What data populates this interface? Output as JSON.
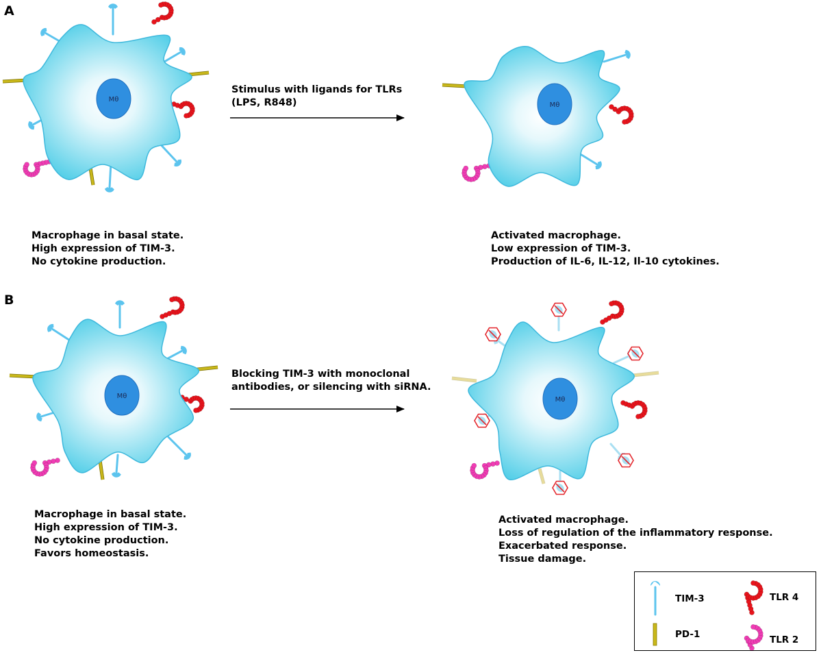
{
  "panels": {
    "a": {
      "letter": "A",
      "arrow_text": [
        "Stimulus with ligands for TLRs",
        "(LPS, R848)"
      ],
      "left_cell": {
        "nucleus_label": "Mθ",
        "caption": [
          "Macrophage in basal state.",
          "High expression of TIM-3.",
          "No cytokine production."
        ]
      },
      "right_cell": {
        "nucleus_label": "Mθ",
        "caption": [
          "Activated macrophage.",
          "Low expression of TIM-3.",
          "Production of IL-6, IL-12, Il-10 cytokines."
        ]
      }
    },
    "b": {
      "letter": "B",
      "arrow_text": [
        "Blocking TIM-3 with monoclonal",
        "antibodies, or silencing with siRNA."
      ],
      "left_cell": {
        "nucleus_label": "Mθ",
        "caption": [
          "Macrophage in basal state.",
          "High expression of TIM-3.",
          "No cytokine production.",
          "Favors homeostasis."
        ]
      },
      "right_cell": {
        "nucleus_label": "Mθ",
        "caption": [
          "Activated macrophage.",
          "Loss of regulation of the inflammatory response.",
          "Exacerbated response.",
          "Tissue damage."
        ]
      }
    }
  },
  "legend": {
    "tim3": {
      "label": "TIM-3",
      "icon": "tim3-receptor-icon"
    },
    "tlr4": {
      "label": "TLR 4",
      "icon": "tlr4-receptor-icon"
    },
    "pd1": {
      "label": "PD-1",
      "icon": "pd1-receptor-icon"
    },
    "tlr2": {
      "label": "TLR 2",
      "icon": "tlr2-receptor-icon"
    }
  },
  "colors": {
    "cell_center": "#ffffff",
    "cell_edge": "#55cfe8",
    "cell_outline": "#3db8dc",
    "nucleus": "#2f8fe0",
    "tim3": "#5cc4ee",
    "tim3_faded": "#a9dff2",
    "pd1": "#c9b81a",
    "pd1_faded": "#e8dc9a",
    "tlr4": "#e8141c",
    "tlr2": "#f03cb4",
    "block": "#e3262c"
  }
}
